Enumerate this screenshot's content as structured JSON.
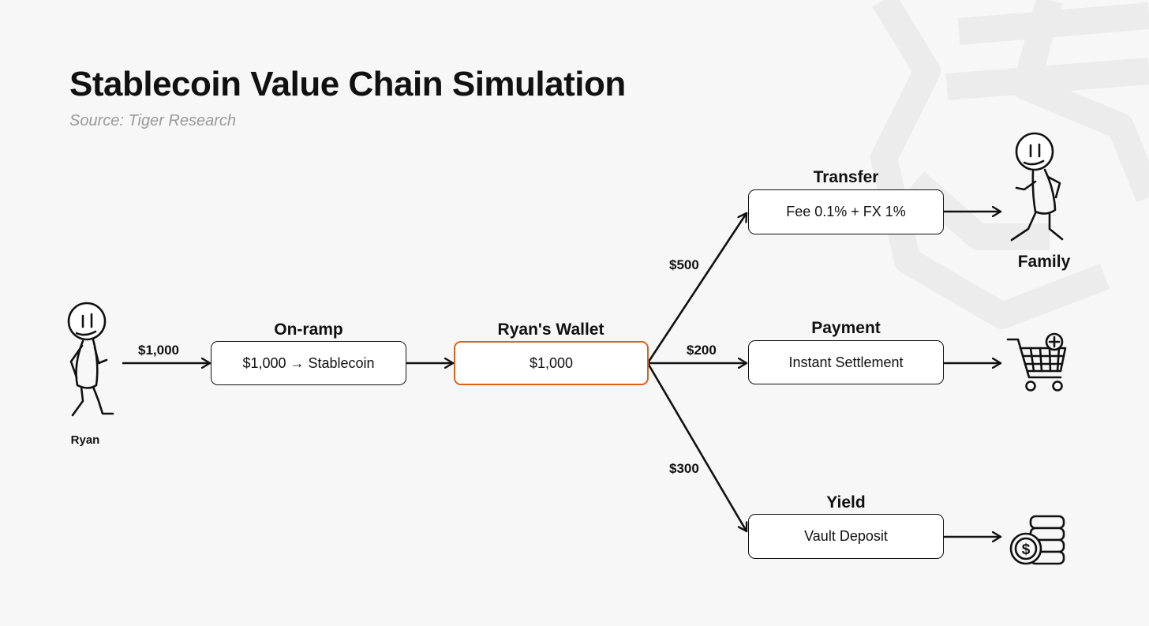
{
  "header": {
    "title": "Stablecoin Value Chain Simulation",
    "source": "Source: Tiger Research"
  },
  "actors": {
    "sender": {
      "name": "Ryan",
      "icon": "stick-figure-icon"
    },
    "receiver": {
      "name": "Family",
      "icon": "stick-figure-icon"
    }
  },
  "nodes": {
    "onramp": {
      "label": "On-ramp",
      "text": "$1,000 → Stablecoin"
    },
    "wallet": {
      "label": "Ryan's Wallet",
      "text": "$1,000"
    },
    "transfer": {
      "label": "Transfer",
      "text": "Fee 0.1% + FX 1%"
    },
    "payment": {
      "label": "Payment",
      "text": "Instant Settlement"
    },
    "yield": {
      "label": "Yield",
      "text": "Vault Deposit"
    }
  },
  "flows": {
    "initial": "$1,000",
    "transfer": "$500",
    "payment": "$200",
    "yield": "$300"
  },
  "icons": {
    "payment_end": "shopping-cart-icon",
    "yield_end": "coin-stack-icon"
  },
  "colors": {
    "accent": "#d3661f",
    "background": "#f7f7f7",
    "source_text": "#9a9a9a"
  }
}
